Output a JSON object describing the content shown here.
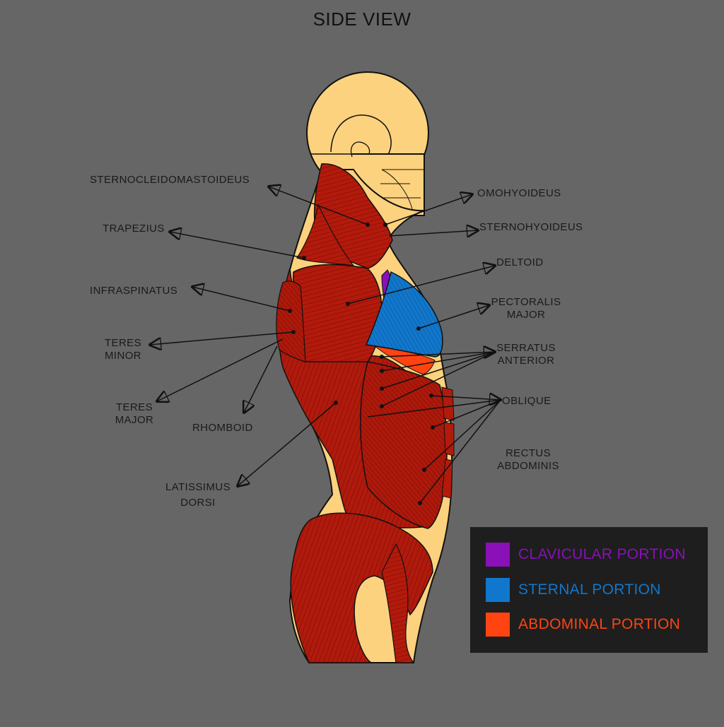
{
  "title": "SIDE VIEW",
  "labels": {
    "sternocleidomastoideus": "STERNOCLEIDOMASTOIDEUS",
    "trapezius": "TRAPEZIUS",
    "infraspinatus": "INFRASPINATUS",
    "teres_minor_1": "TERES",
    "teres_minor_2": "MINOR",
    "teres_major_1": "TERES",
    "teres_major_2": "MAJOR",
    "rhomboid": "RHOMBOID",
    "latissimus_1": "LATISSIMUS",
    "latissimus_2": "DORSI",
    "omohyoideus": "OMOHYOIDEUS",
    "sternohyoideus": "STERNOHYOIDEUS",
    "deltoid": "DELTOID",
    "pectoralis_1": "PECTORALIS",
    "pectoralis_2": "MAJOR",
    "serratus_1": "SERRATUS",
    "serratus_2": "ANTERIOR",
    "oblique": "OBLIQUE",
    "rectus_1": "RECTUS",
    "rectus_2": "ABDOMINIS"
  },
  "legend": [
    {
      "label": "CLAVICULAR PORTION",
      "color": "#8a10b8"
    },
    {
      "label": "STERNAL PORTION",
      "color": "#1177cc"
    },
    {
      "label": "ABDOMINAL PORTION",
      "color": "#ff4411"
    }
  ],
  "colors": {
    "background": "#666666",
    "skin": "#fdd27e",
    "muscle": "#b31a0c",
    "muscle_dark": "#7a0e05",
    "clavicular": "#8a10b8",
    "sternal": "#1177cc",
    "abdominal": "#ff4411"
  }
}
